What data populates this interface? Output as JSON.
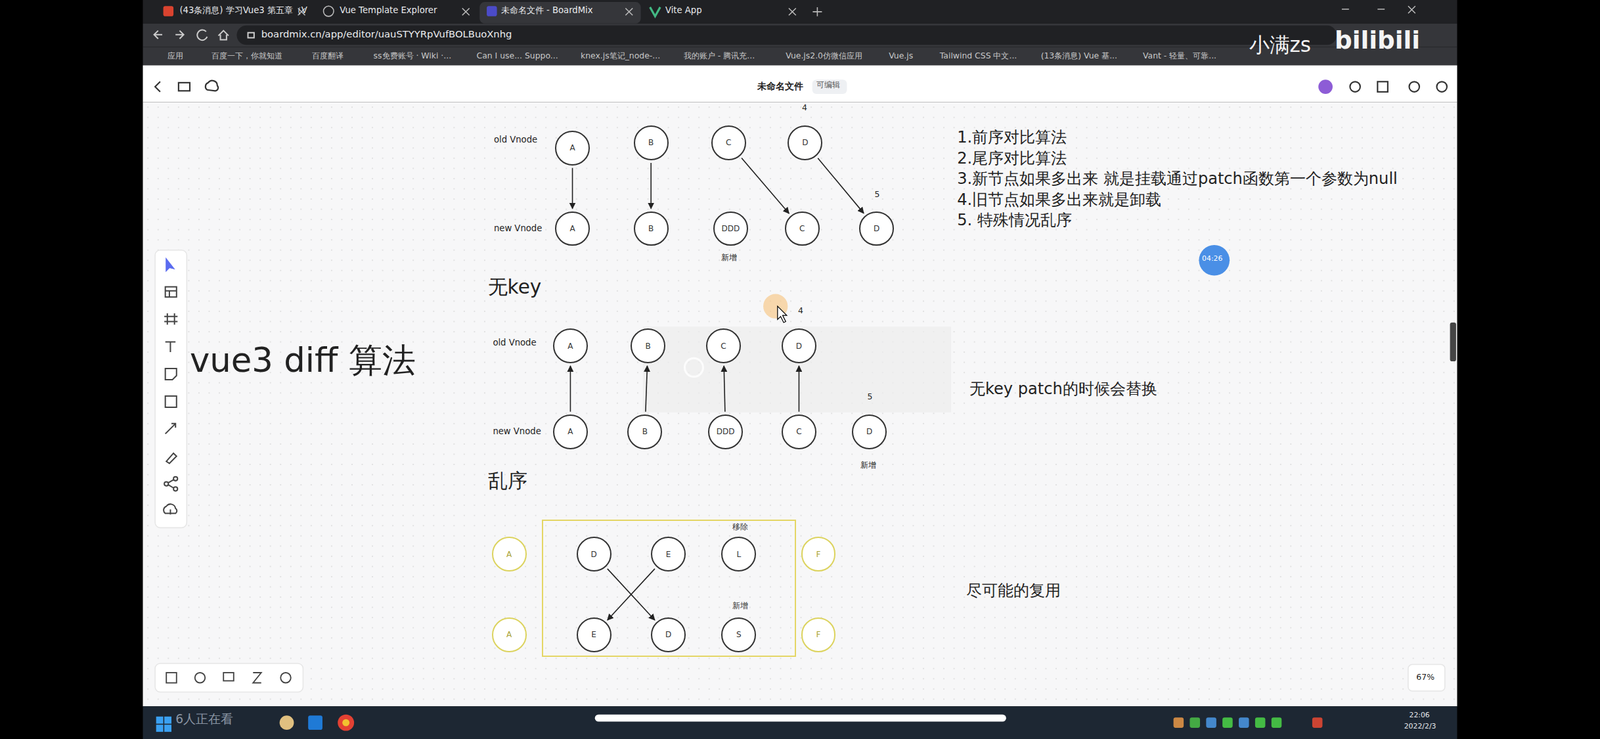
{
  "diagram": {
    "title": "vue3  diff 算法",
    "nodes": [
      {
        "text": [
          "A"
        ]
      },
      {
        "text": [
          "B"
        ]
      },
      {
        "text": [
          "C"
        ]
      },
      {
        "text": [
          "D"
        ]
      },
      {
        "text": [
          "A"
        ]
      },
      {
        "text": [
          "B"
        ]
      },
      {
        "text": [
          "DDD"
        ]
      },
      {
        "text": [
          "C"
        ]
      },
      {
        "text": [
          "D"
        ]
      },
      {
        "text": [
          "A"
        ]
      },
      {
        "text": [
          "B"
        ]
      },
      {
        "text": [
          "C"
        ]
      },
      {
        "text": [
          "D"
        ]
      },
      {
        "text": [
          "A"
        ]
      },
      {
        "text": [
          "B"
        ]
      },
      {
        "text": [
          "DDD"
        ]
      },
      {
        "text": [
          "C"
        ]
      },
      {
        "text": [
          "D"
        ]
      },
      {
        "text": [
          "A"
        ]
      },
      {
        "text": [
          "移除",
          "新增"
        ]
      },
      {
        "text": [
          "D"
        ],
        "in": 19
      },
      {
        "text": [
          "E"
        ],
        "in": 19
      },
      {
        "text": [
          "L"
        ],
        "in": 19
      },
      {
        "text": [
          "F"
        ]
      },
      {
        "text": [
          "A"
        ]
      },
      {
        "text": [
          "E"
        ],
        "in": 19
      },
      {
        "text": [
          "D"
        ],
        "in": 19
      },
      {
        "text": [
          "S"
        ],
        "in": 19
      },
      {
        "text": [
          "F"
        ]
      }
    ],
    "edges": [
      {
        "from": 0,
        "to": 4,
        "arrow": "to"
      },
      {
        "from": 1,
        "to": 5,
        "arrow": "to"
      },
      {
        "from": 2,
        "to": 7,
        "arrow": "to"
      },
      {
        "from": 3,
        "to": 8,
        "arrow": "to"
      },
      {
        "from": 13,
        "to": 9,
        "arrow": "to"
      },
      {
        "from": 14,
        "to": 10,
        "arrow": "to"
      },
      {
        "from": 15,
        "to": 11,
        "arrow": "to"
      },
      {
        "from": 16,
        "to": 12,
        "arrow": "to"
      },
      {
        "from": 20,
        "to": 26,
        "arrow": "to"
      },
      {
        "from": 21,
        "to": 25,
        "arrow": "to"
      }
    ],
    "labels": [
      "(43条消息) 学习Vue3 第五章（V",
      "Vue Template Explorer",
      "未命名文件 - BoardMix",
      "Vite App",
      "boardmix.cn/app/editor/uauSTYYRpVufBOLBuoXnhg",
      "应用",
      "百度一下，你就知道",
      "百度翻译",
      "ss免费账号 · Wiki ·...",
      "Can I use... Suppo...",
      "knex.js笔记_node-...",
      "我的账户 - 腾讯充...",
      "Vue.js2.0仿微信应用",
      "Vue.js",
      "Tailwind CSS 中文...",
      "(13条消息) Vue 基...",
      "Vant - 轻量、可靠...",
      "小满zs",
      "bilibili",
      "未命名文件",
      "可编辑",
      "4",
      "old Vnode",
      "new Vnode",
      "5",
      "新增",
      "无key",
      "4",
      "old Vnode",
      "5",
      "new Vnode",
      "新增",
      "乱序",
      "1.前序对比算法",
      "2.尾序对比算法",
      "3.新节点如果多出来 就是挂载通过patch函数第一个参数为null",
      "4.旧节点如果多出来就是卸载",
      "5. 特殊情况乱序",
      "无key patch的时候会替换",
      "尽可能的复用",
      "04:26",
      "67%",
      "6人正在看",
      "22:06",
      "2022/2/3"
    ]
  }
}
